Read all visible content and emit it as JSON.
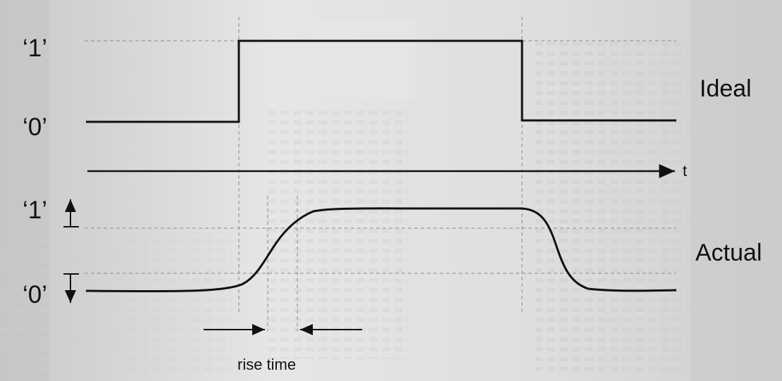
{
  "ideal": {
    "label_one": "‘1’",
    "label_zero": "‘0’",
    "name": "Ideal"
  },
  "time_axis": {
    "label": "t"
  },
  "actual": {
    "label_one": "‘1’",
    "label_zero": "‘0’",
    "name": "Actual"
  },
  "rise_time": {
    "label": "rise time"
  },
  "colors": {
    "waveform": "#111111",
    "dashed": "#8a8a8a",
    "background": "#dcdcdc"
  }
}
